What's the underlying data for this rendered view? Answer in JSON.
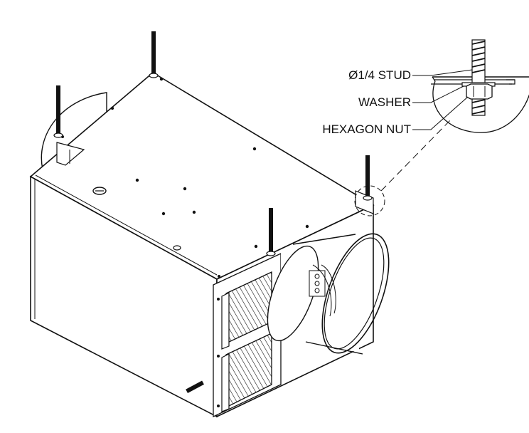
{
  "callouts": {
    "stud": "Ø1/4 STUD",
    "washer": "WASHER",
    "nut": "HEXAGON NUT"
  },
  "colors": {
    "line": "#111111",
    "background": "#ffffff"
  }
}
